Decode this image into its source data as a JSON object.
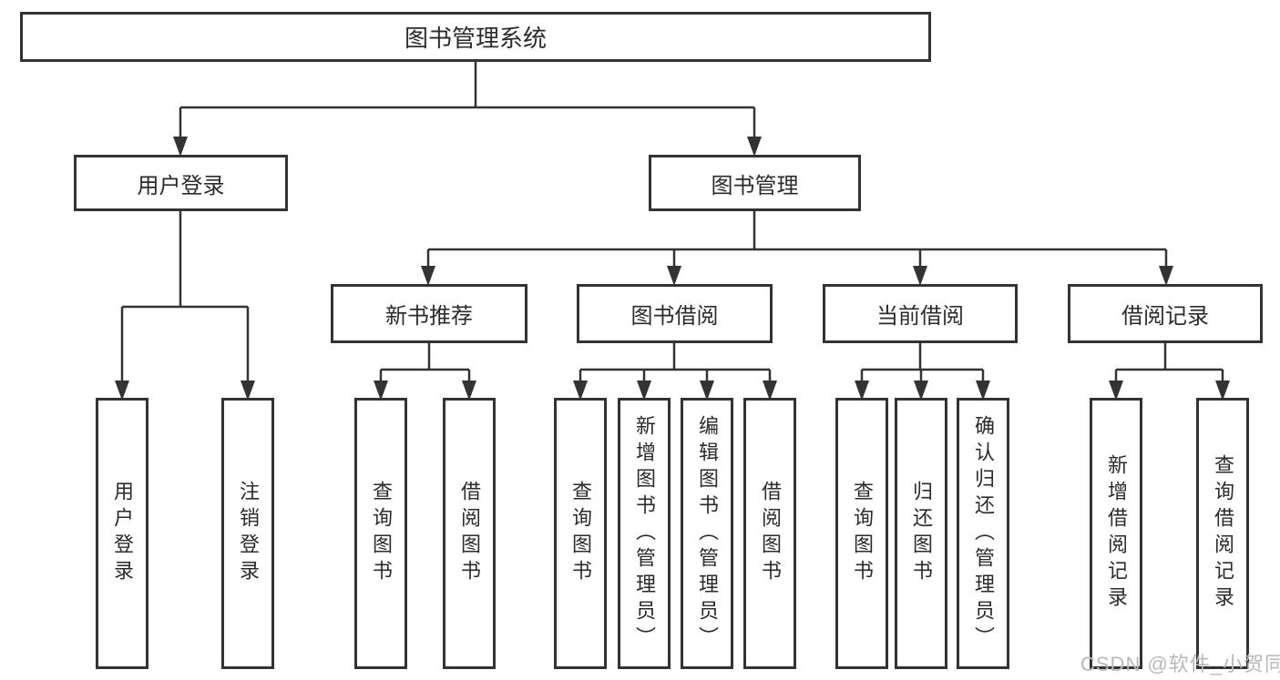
{
  "diagram": {
    "type": "hierarchy-tree",
    "colors": {
      "line": "#333333",
      "box_border": "#333333",
      "text": "#2b2b2b",
      "background": "#ffffff",
      "watermark": "#b9b9b9"
    },
    "watermark": "CSDN @软件_小贺同学"
  },
  "nodes": {
    "root": "图书管理系统",
    "branches": [
      "用户登录",
      "图书管理"
    ],
    "modules": [
      "新书推荐",
      "图书借阅",
      "当前借阅",
      "借阅记录"
    ],
    "leaves": [
      "用户登录",
      "注销登录",
      "查询图书",
      "借阅图书",
      "查询图书",
      "新增图书（管理员）",
      "编辑图书（管理员）",
      "借阅图书",
      "查询图书",
      "归还图书",
      "确认归还（管理员）",
      "新增借阅记录",
      "查询借阅记录"
    ]
  },
  "hierarchy": {
    "图书管理系统": [
      "用户登录",
      "图书管理"
    ],
    "用户登录": [
      "用户登录",
      "注销登录"
    ],
    "图书管理": [
      "新书推荐",
      "图书借阅",
      "当前借阅",
      "借阅记录"
    ],
    "新书推荐": [
      "查询图书",
      "借阅图书"
    ],
    "图书借阅": [
      "查询图书",
      "新增图书（管理员）",
      "编辑图书（管理员）",
      "借阅图书"
    ],
    "当前借阅": [
      "查询图书",
      "归还图书",
      "确认归还（管理员）"
    ],
    "借阅记录": [
      "新增借阅记录",
      "查询借阅记录"
    ]
  }
}
